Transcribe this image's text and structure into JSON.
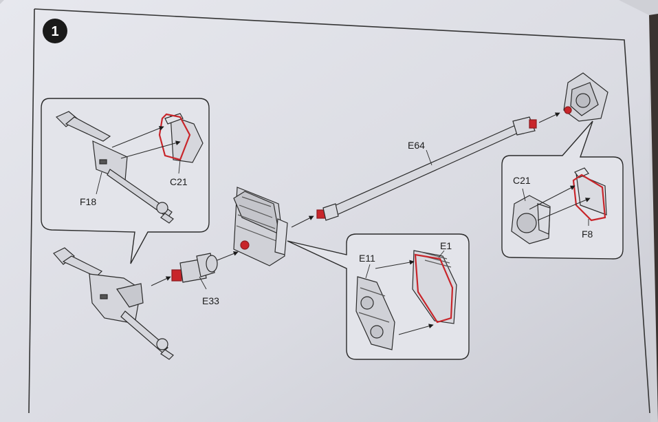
{
  "step": {
    "number": "1"
  },
  "labels": {
    "c21_top_left": "C21",
    "f18": "F18",
    "e33": "E33",
    "e64": "E64",
    "e11": "E11",
    "e1": "E1",
    "c21_right": "C21",
    "f8": "F8"
  },
  "icons": {
    "axle_left": "front-axle-assembly",
    "axle_inset": "axle-housing-detail",
    "universal_joint": "universal-joint",
    "gearbox": "transfer-case",
    "gearbox_inset": "transfer-case-cover-detail",
    "drive_shaft": "drive-shaft",
    "differential": "rear-differential",
    "differential_inset": "differential-cover-detail"
  },
  "colors": {
    "paper": "#dcdde4",
    "line": "#2a2a2a",
    "highlight": "#c8252a",
    "step_badge": "#1a1a1a"
  }
}
